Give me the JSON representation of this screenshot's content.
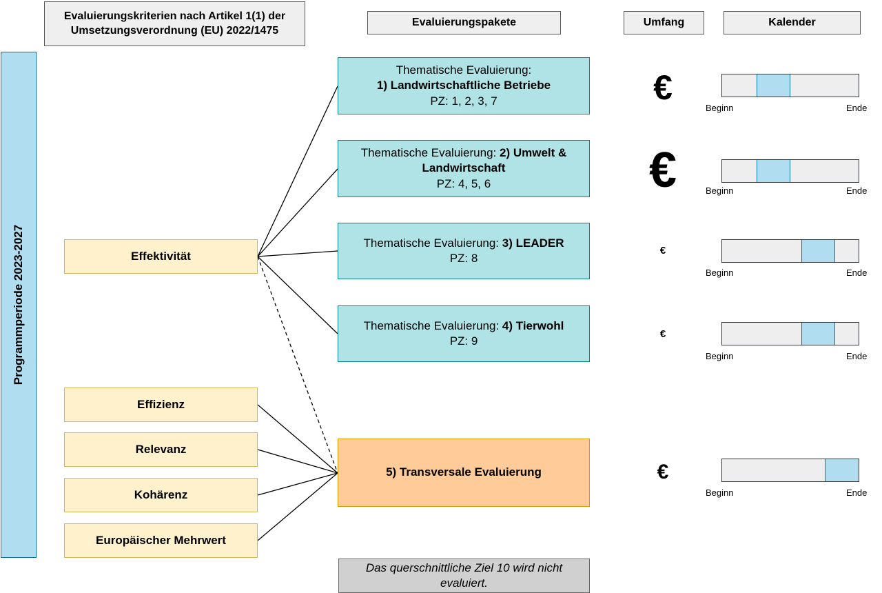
{
  "headers": {
    "criteria": "Evaluierungskriterien nach Artikel 1(1) der Umsetzungsverordnung (EU) 2022/1475",
    "packages": "Evaluierungspakete",
    "scope": "Umfang",
    "calendar": "Kalender"
  },
  "period_label": "Programmperiode 2023-2027",
  "criteria": [
    "Effektivität",
    "Effizienz",
    "Relevanz",
    "Kohärenz",
    "Europäischer Mehrwert"
  ],
  "packages": [
    {
      "prefix": "Thematische Evaluierung:",
      "name": "1) Landwirtschaftliche Betriebe",
      "pz": "PZ: 1, 2, 3, 7"
    },
    {
      "prefix": "Thematische Evaluierung:",
      "name": "2) Umwelt & Landwirtschaft",
      "pz": "PZ: 4, 5, 6"
    },
    {
      "prefix": "Thematische Evaluierung:",
      "name": "3) LEADER",
      "pz": "PZ: 8"
    },
    {
      "prefix": "Thematische Evaluierung:",
      "name": "4) Tierwohl",
      "pz": "PZ: 9"
    }
  ],
  "transversal": "5) Transversale Evaluierung",
  "note": "Das querschnittliche Ziel 10 wird nicht evaluiert.",
  "euro_symbol": "€",
  "scope_levels": [
    "large",
    "very large",
    "small",
    "small",
    "medium"
  ],
  "calendar": {
    "begin_label": "Beginn",
    "end_label": "Ende",
    "timing": [
      {
        "start": 0.25,
        "end": 0.5
      },
      {
        "start": 0.25,
        "end": 0.5
      },
      {
        "start": 0.58,
        "end": 0.83
      },
      {
        "start": 0.58,
        "end": 0.83
      },
      {
        "start": 0.75,
        "end": 1.0
      }
    ]
  },
  "colors": {
    "criteria_fill": "#fff1cc",
    "package_fill": "#b0e3e6",
    "transversal_fill": "#ffcc99",
    "calendar_fill": "#b1ddf0"
  }
}
